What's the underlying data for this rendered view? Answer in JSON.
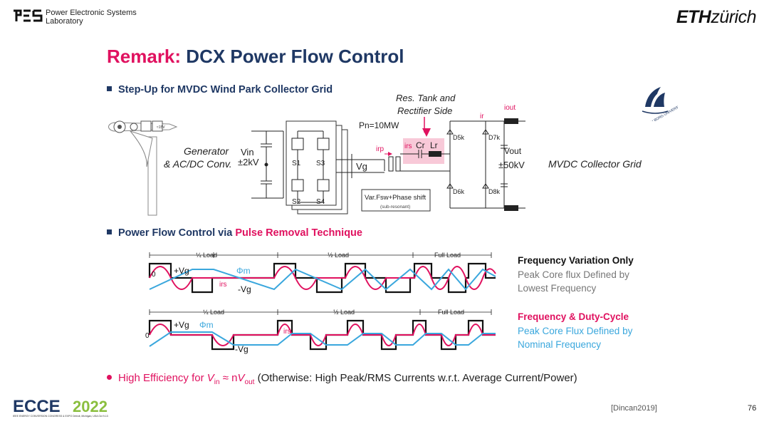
{
  "header": {
    "lab_name": "Power Electronic Systems",
    "lab_name2": "Laboratory",
    "eth_bold": "ETH",
    "eth_rest": "zürich"
  },
  "title": {
    "prefix": "Remark:",
    "main": "DCX Power Flow Control"
  },
  "section1": {
    "bullet": "Step-Up for MVDC Wind Park Collector Grid"
  },
  "circuit": {
    "generator_line1": "Generator",
    "generator_line2": "& AC/DC Conv.",
    "vin": "Vin",
    "vin_value": "±2kV",
    "s1": "S1",
    "s2": "S2",
    "s3": "S3",
    "s4": "S4",
    "vg": "Vg",
    "ctrl_box": "Var.Fsw+Phase shift",
    "ctrl_sub": "(sub-resonant)",
    "tank_title1": "Res. Tank and",
    "tank_title2": "Rectifier Side",
    "pn": "Pn=10MW",
    "irp": "irp",
    "irs": "irs",
    "cr": "Cr",
    "lr": "Lr",
    "ir": "ir",
    "iout": "iout",
    "d5": "D5k",
    "d6": "D6k",
    "d7": "D7k",
    "d8": "D8k",
    "vout": "Vout",
    "vout_value": "±50kV",
    "mvdc": "MVDC Collector Grid",
    "gen_box": "≈15V"
  },
  "section2": {
    "bullet_main": "Power Flow Control via ",
    "bullet_hl": "Pulse Removal Technique"
  },
  "waveforms": {
    "top": {
      "quarter": "¼ Load",
      "half": "½ Load",
      "full": "Full Load",
      "zero": "0",
      "plus_vg": "+Vg",
      "minus_vg": "-Vg",
      "phi": "Φm",
      "irs": "irs"
    },
    "bottom": {
      "quarter": "¼ Load",
      "half": "½ Load",
      "full": "Full Load",
      "zero": "0",
      "plus_vg": "+Vg",
      "minus_vg": "-Vg",
      "phi": "Φm",
      "irs": "irs"
    }
  },
  "legend_top": {
    "title": "Frequency Variation Only",
    "line1": "Peak Core flux Defined by",
    "line2": "Lowest Frequency"
  },
  "legend_bottom": {
    "title": "Frequency & Duty-Cycle",
    "line1": "Peak Core Flux Defined by",
    "line2": "Nominal Frequency"
  },
  "bottom": {
    "red_text": "High Efficiency for ",
    "v_in": "V",
    "v_in_sub": "in",
    "approx": " ≈ n",
    "v_out": "V",
    "v_out_sub": "out",
    "rest": "  (Otherwise: High Peak/RMS Currents w.r.t. Average Current/Power)"
  },
  "footer": {
    "ref": "[Dincan2019]",
    "page": "76",
    "ecce_sub": "IEEE ENERGY CONVERSION CONGRESS & EXPO  Detroit, Michigan, USA  Oct 9-13"
  },
  "colors": {
    "title": "#1f3864",
    "accent": "#e0115f",
    "flux": "#3aa7dd",
    "current": "#e0115f"
  }
}
